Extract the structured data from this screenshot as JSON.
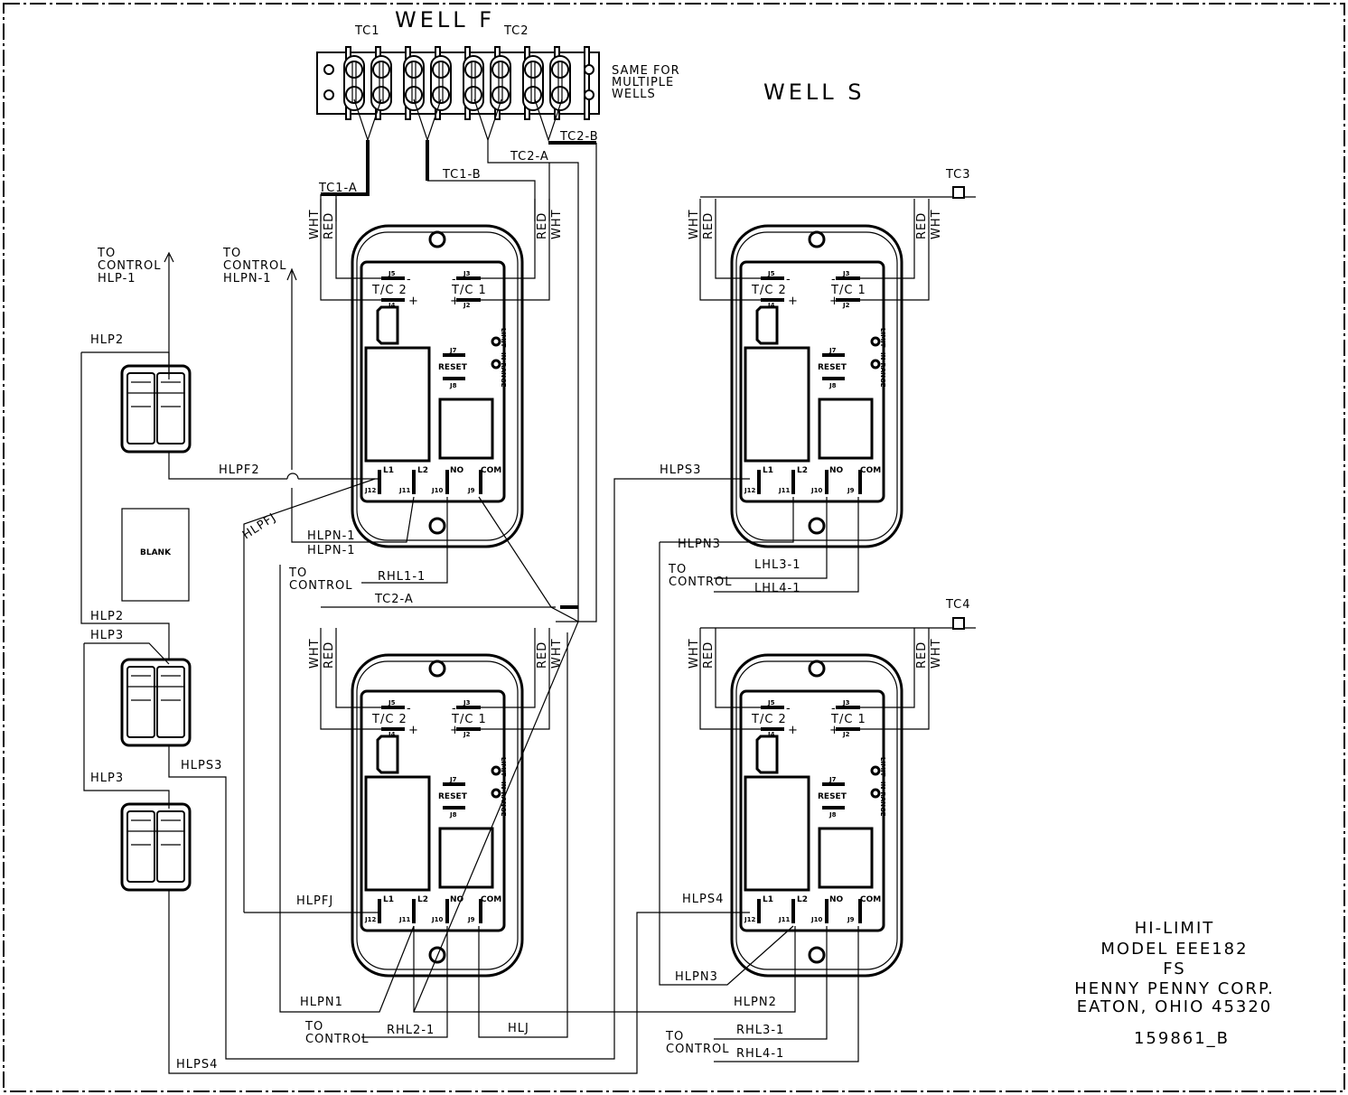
{
  "well_labels": {
    "well_f": "WELL F",
    "well_s": "WELL S"
  },
  "terminal_block": {
    "tc1": "TC1",
    "tc2": "TC2",
    "note": [
      "SAME FOR",
      "MULTIPLE",
      "WELLS"
    ]
  },
  "controller": {
    "tc2": "T/C 2",
    "tc1": "T/C 1",
    "reset": "RESET",
    "limit": "LIMIT",
    "in_range": "IN-RANGE",
    "l1": "L1",
    "l2": "L2",
    "no": "NO",
    "com": "COM",
    "j12": "J12",
    "j11": "J11",
    "j10": "J10",
    "j9": "J9",
    "j5": "J5",
    "j4": "J4",
    "j3": "J3",
    "j2": "J2",
    "j7": "J7",
    "j8": "J8",
    "wht": "WHT",
    "red": "RED",
    "minus": "-",
    "plus": "+"
  },
  "wire_labels": {
    "tc1_a": "TC1-A",
    "tc1_b": "TC1-B",
    "tc2_a": "TC2-A",
    "tc2_b": "TC2-B",
    "tc2_a_lower": "TC2-A",
    "tc3": "TC3",
    "tc4": "TC4",
    "hlp2_top": "HLP2",
    "hlp2_mid": "HLP2",
    "hlp3_mid": "HLP3",
    "hlp3_bot": "HLP3",
    "hlpf2": "HLPF2",
    "hlpfj_diag": "HLPFJ",
    "hlpfj": "HLPFJ",
    "hlpn1_a": "HLPN-1",
    "hlpn1_b": "HLPN-1",
    "hlpn1": "HLPN1",
    "rhl1": "RHL1-1",
    "rhl2": "RHL2-1",
    "rhl3": "RHL3-1",
    "rhl4": "RHL4-1",
    "lhl3": "LHL3-1",
    "lhl4": "LHL4-1",
    "hlps3_left": "HLPS3",
    "hlps3_right": "HLPS3",
    "hlps4_left": "HLPS4",
    "hlps4_right": "HLPS4",
    "hlpn3_top": "HLPN3",
    "hlpn3_bot": "HLPN3",
    "hlpn2": "HLPN2",
    "hlj": "HLJ"
  },
  "to_control": {
    "hlp1": [
      "TO",
      "CONTROL",
      "HLP-1"
    ],
    "hlpn1": [
      "TO",
      "CONTROL",
      "HLPN-1"
    ],
    "a": [
      "TO",
      "CONTROL"
    ],
    "b": [
      "TO",
      "CONTROL"
    ],
    "c": [
      "TO",
      "CONTROL"
    ],
    "d": [
      "TO",
      "CONTROL"
    ]
  },
  "blank": "BLANK",
  "title_block": {
    "lines": [
      "HI-LIMIT",
      "MODEL EEE182",
      "FS",
      "HENNY PENNY CORP.",
      "EATON, OHIO 45320"
    ],
    "drawing_number": "159861_B"
  }
}
